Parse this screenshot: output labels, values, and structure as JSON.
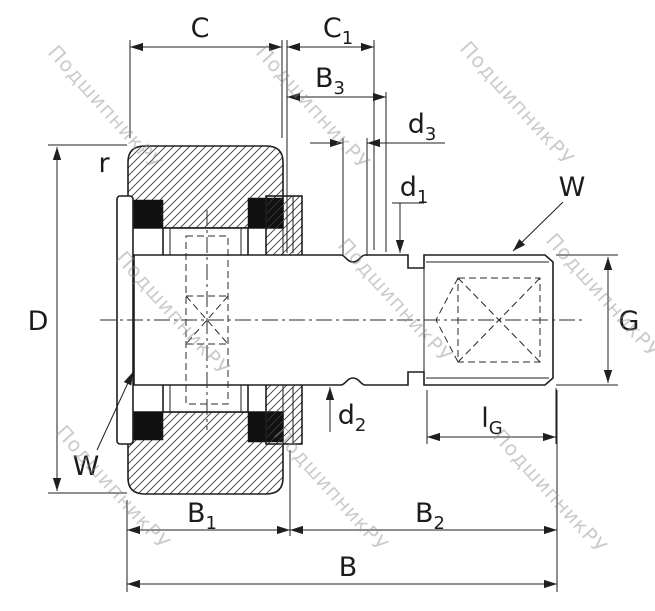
{
  "drawing": {
    "watermark": "ПодшипникРУ",
    "labels": {
      "C": "C",
      "C1_main": "C",
      "C1_sub": "1",
      "B3_main": "B",
      "B3_sub": "3",
      "d3_main": "d",
      "d3_sub": "3",
      "d1_main": "d",
      "d1_sub": "1",
      "d2_main": "d",
      "d2_sub": "2",
      "r": "r",
      "D": "D",
      "W_top": "W",
      "W_bottom": "W",
      "G": "G",
      "lG_main": "l",
      "lG_sub": "G",
      "B1_main": "B",
      "B1_sub": "1",
      "B2_main": "B",
      "B2_sub": "2",
      "B": "B"
    },
    "colors": {
      "line": "#1f1f1f",
      "watermark": "#8a8f94"
    }
  }
}
